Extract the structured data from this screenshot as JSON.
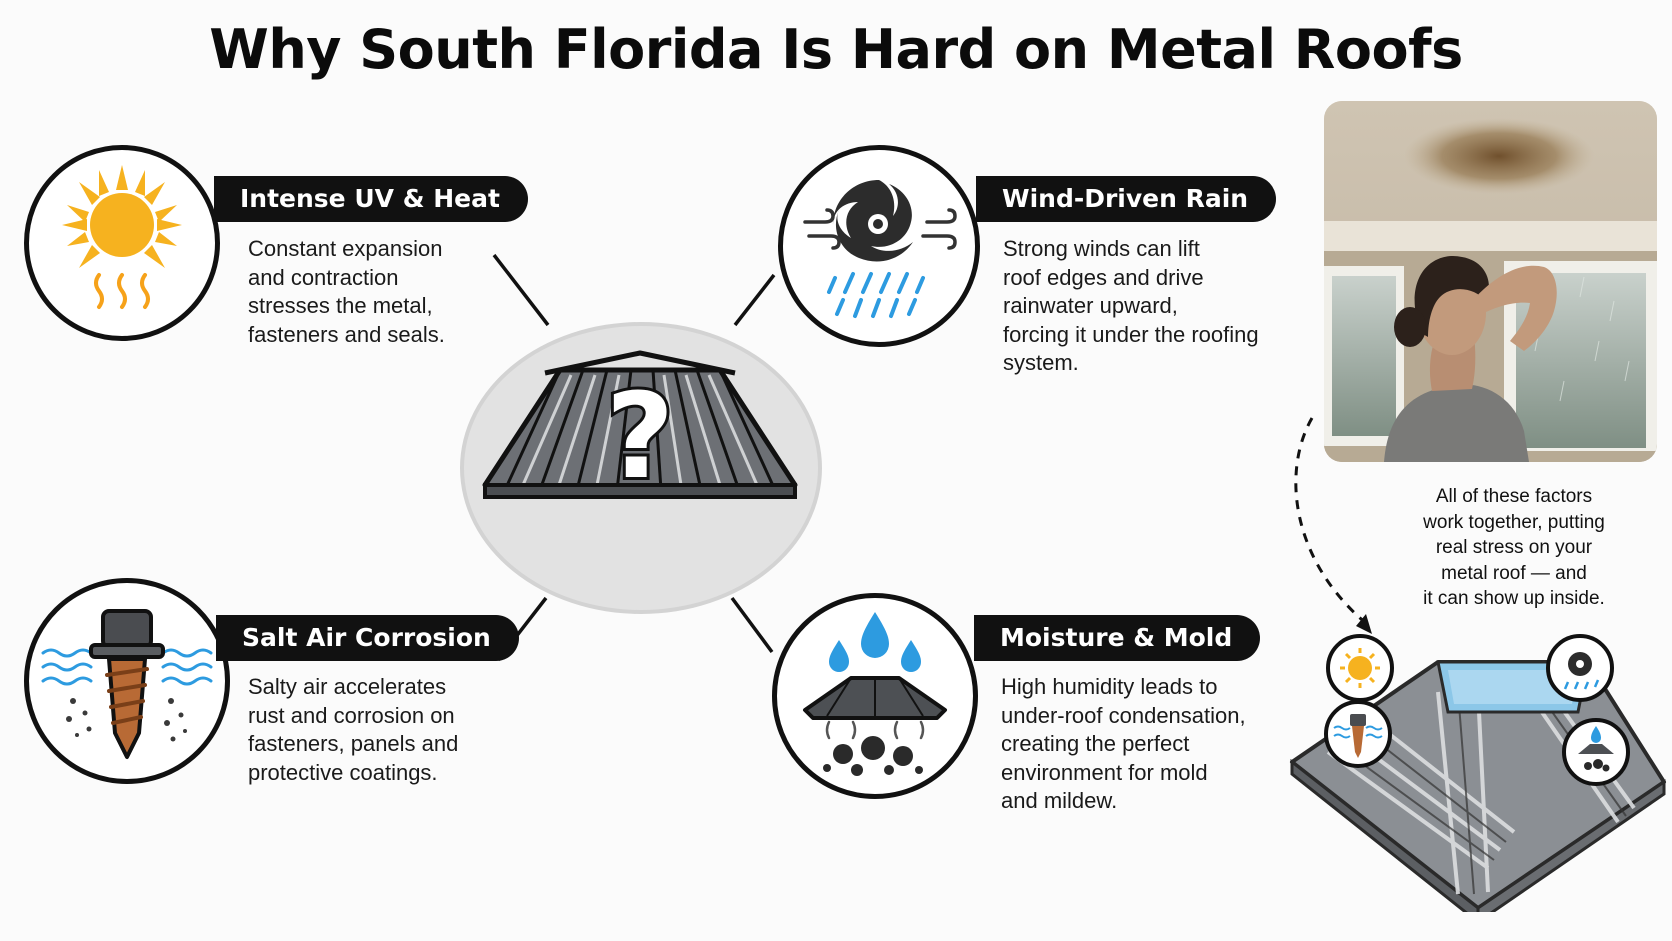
{
  "title": "Why South Florida Is Hard on Metal Roofs",
  "factors": [
    {
      "heading": "Intense UV & Heat",
      "lines": [
        "Constant expansion",
        "and contraction",
        "stresses the metal,",
        "fasteners and seals."
      ],
      "icon": "sun-heat-icon"
    },
    {
      "heading": "Wind-Driven Rain",
      "lines": [
        "Strong winds can lift",
        "roof edges and drive",
        "rainwater upward,",
        "forcing it under the roofing",
        "system."
      ],
      "icon": "hurricane-rain-icon"
    },
    {
      "heading": "Salt Air Corrosion",
      "lines": [
        "Salty air accelerates",
        "rust and corrosion on",
        "fasteners, panels and",
        "protective coatings."
      ],
      "icon": "corroded-screw-icon"
    },
    {
      "heading": "Moisture & Mold",
      "lines": [
        "High humidity leads to",
        "under-roof condensation,",
        "creating the perfect",
        "environment for mold",
        "and mildew."
      ],
      "icon": "condensation-mold-icon"
    }
  ],
  "summary_lines": [
    "All of these factors",
    "work together, putting",
    "real stress on your",
    "metal roof — and",
    "it can show up inside."
  ],
  "colors": {
    "title": "#0b0b0b",
    "pill_bg": "#111111",
    "sun": "#f6b21f",
    "rain": "#2d9be0",
    "rust": "#b86a35",
    "roof_metal": "#6d7075"
  }
}
